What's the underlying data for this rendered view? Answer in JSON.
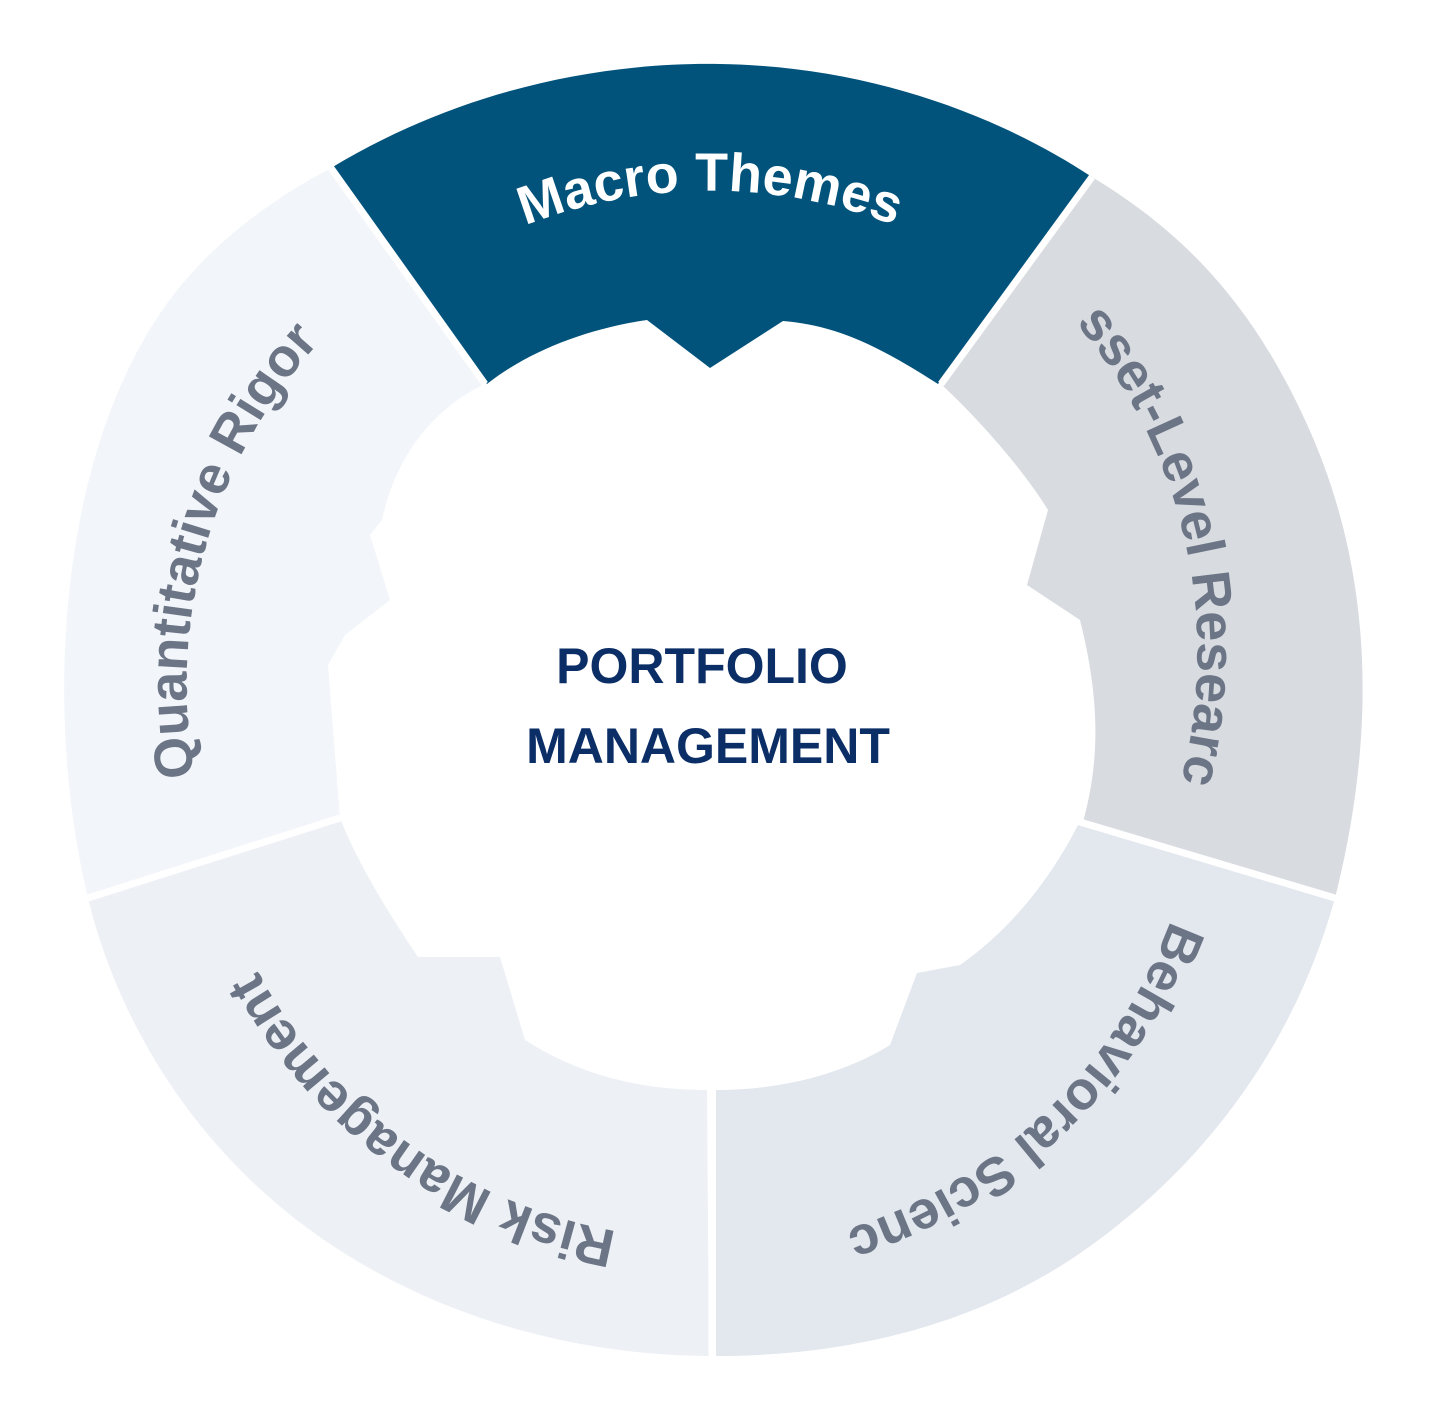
{
  "center": {
    "line1": "PORTFOLIO",
    "line2": "MANAGEMENT",
    "color": "#0b2e66"
  },
  "segments": [
    {
      "id": "macro-themes",
      "label": "Macro Themes",
      "fill": "#02537c",
      "text_color": "#ffffff",
      "highlighted": true
    },
    {
      "id": "asset-level-research",
      "label": "Asset-Level Research",
      "fill": "#d8dbe0",
      "text_color": "#6b7586",
      "highlighted": false
    },
    {
      "id": "behavioral-science",
      "label": "Behavioral Science",
      "fill": "#e3e7ee",
      "text_color": "#6b7586",
      "highlighted": false
    },
    {
      "id": "risk-management",
      "label": "Risk Management",
      "fill": "#edf0f5",
      "text_color": "#6b7586",
      "highlighted": false
    },
    {
      "id": "quantitative-rigor",
      "label": "Quantitative Rigor",
      "fill": "#f2f5f9",
      "text_color": "#6b7586",
      "highlighted": false
    }
  ]
}
